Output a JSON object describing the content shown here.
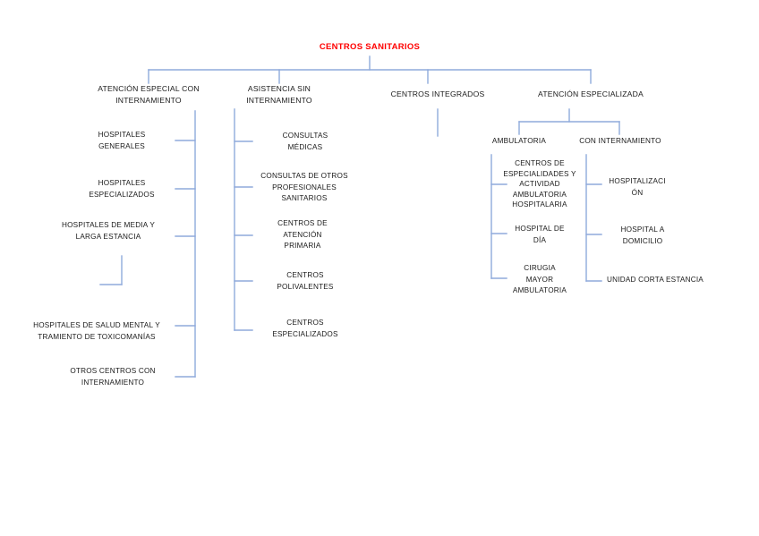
{
  "diagram": {
    "type": "organizational-chart",
    "title": "CENTROS SANITARIOS",
    "accent_color": "#ff0000",
    "connector_color": "#8faadc",
    "text_color": "#1a1a1a",
    "background_color": "#ffffff",
    "root": {
      "label": "CENTROS SANITARIOS"
    },
    "branches": [
      {
        "label": "ATENCIÓN ESPECIAL CON\nINTERNAMIENTO",
        "children": [
          {
            "label": "HOSPITALES\nGENERALES"
          },
          {
            "label": "HOSPITALES\nESPECIALIZADOS"
          },
          {
            "label": "HOSPITALES DE MEDIA Y\nLARGA ESTANCIA"
          },
          {
            "label": "HOSPITALES DE SALUD MENTAL Y\nTRAMIENTO DE TOXICOMANÍAS"
          },
          {
            "label": "OTROS CENTROS CON\nINTERNAMIENTO"
          }
        ]
      },
      {
        "label": "ASISTENCIA SIN\nINTERNAMIENTO",
        "children": [
          {
            "label": "CONSULTAS\nMÉDICAS"
          },
          {
            "label": "CONSULTAS DE OTROS\nPROFESIONALES\nSANITARIOS"
          },
          {
            "label": "CENTROS DE\nATENCIÓN\nPRIMARIA"
          },
          {
            "label": "CENTROS\nPOLIVALENTES"
          },
          {
            "label": "CENTROS\nESPECIALIZADOS"
          }
        ]
      },
      {
        "label": "CENTROS INTEGRADOS",
        "children": []
      },
      {
        "label": "ATENCIÓN ESPECIALIZADA",
        "children": [
          {
            "label": "AMBULATORIA",
            "children": [
              {
                "label": "CENTROS DE\nESPECIALIDADES Y\nACTIVIDAD\nAMBULATORIA\nHOSPITALARIA"
              },
              {
                "label": "HOSPITAL DE\nDÍA"
              },
              {
                "label": "CIRUGIA\nMAYOR\nAMBULATORIA"
              }
            ]
          },
          {
            "label": "CON INTERNAMIENTO",
            "children": [
              {
                "label": "HOSPITALIZACI\nÓN"
              },
              {
                "label": "HOSPITAL A\nDOMICILIO"
              },
              {
                "label": "UNIDAD CORTA ESTANCIA"
              }
            ]
          }
        ]
      }
    ]
  }
}
